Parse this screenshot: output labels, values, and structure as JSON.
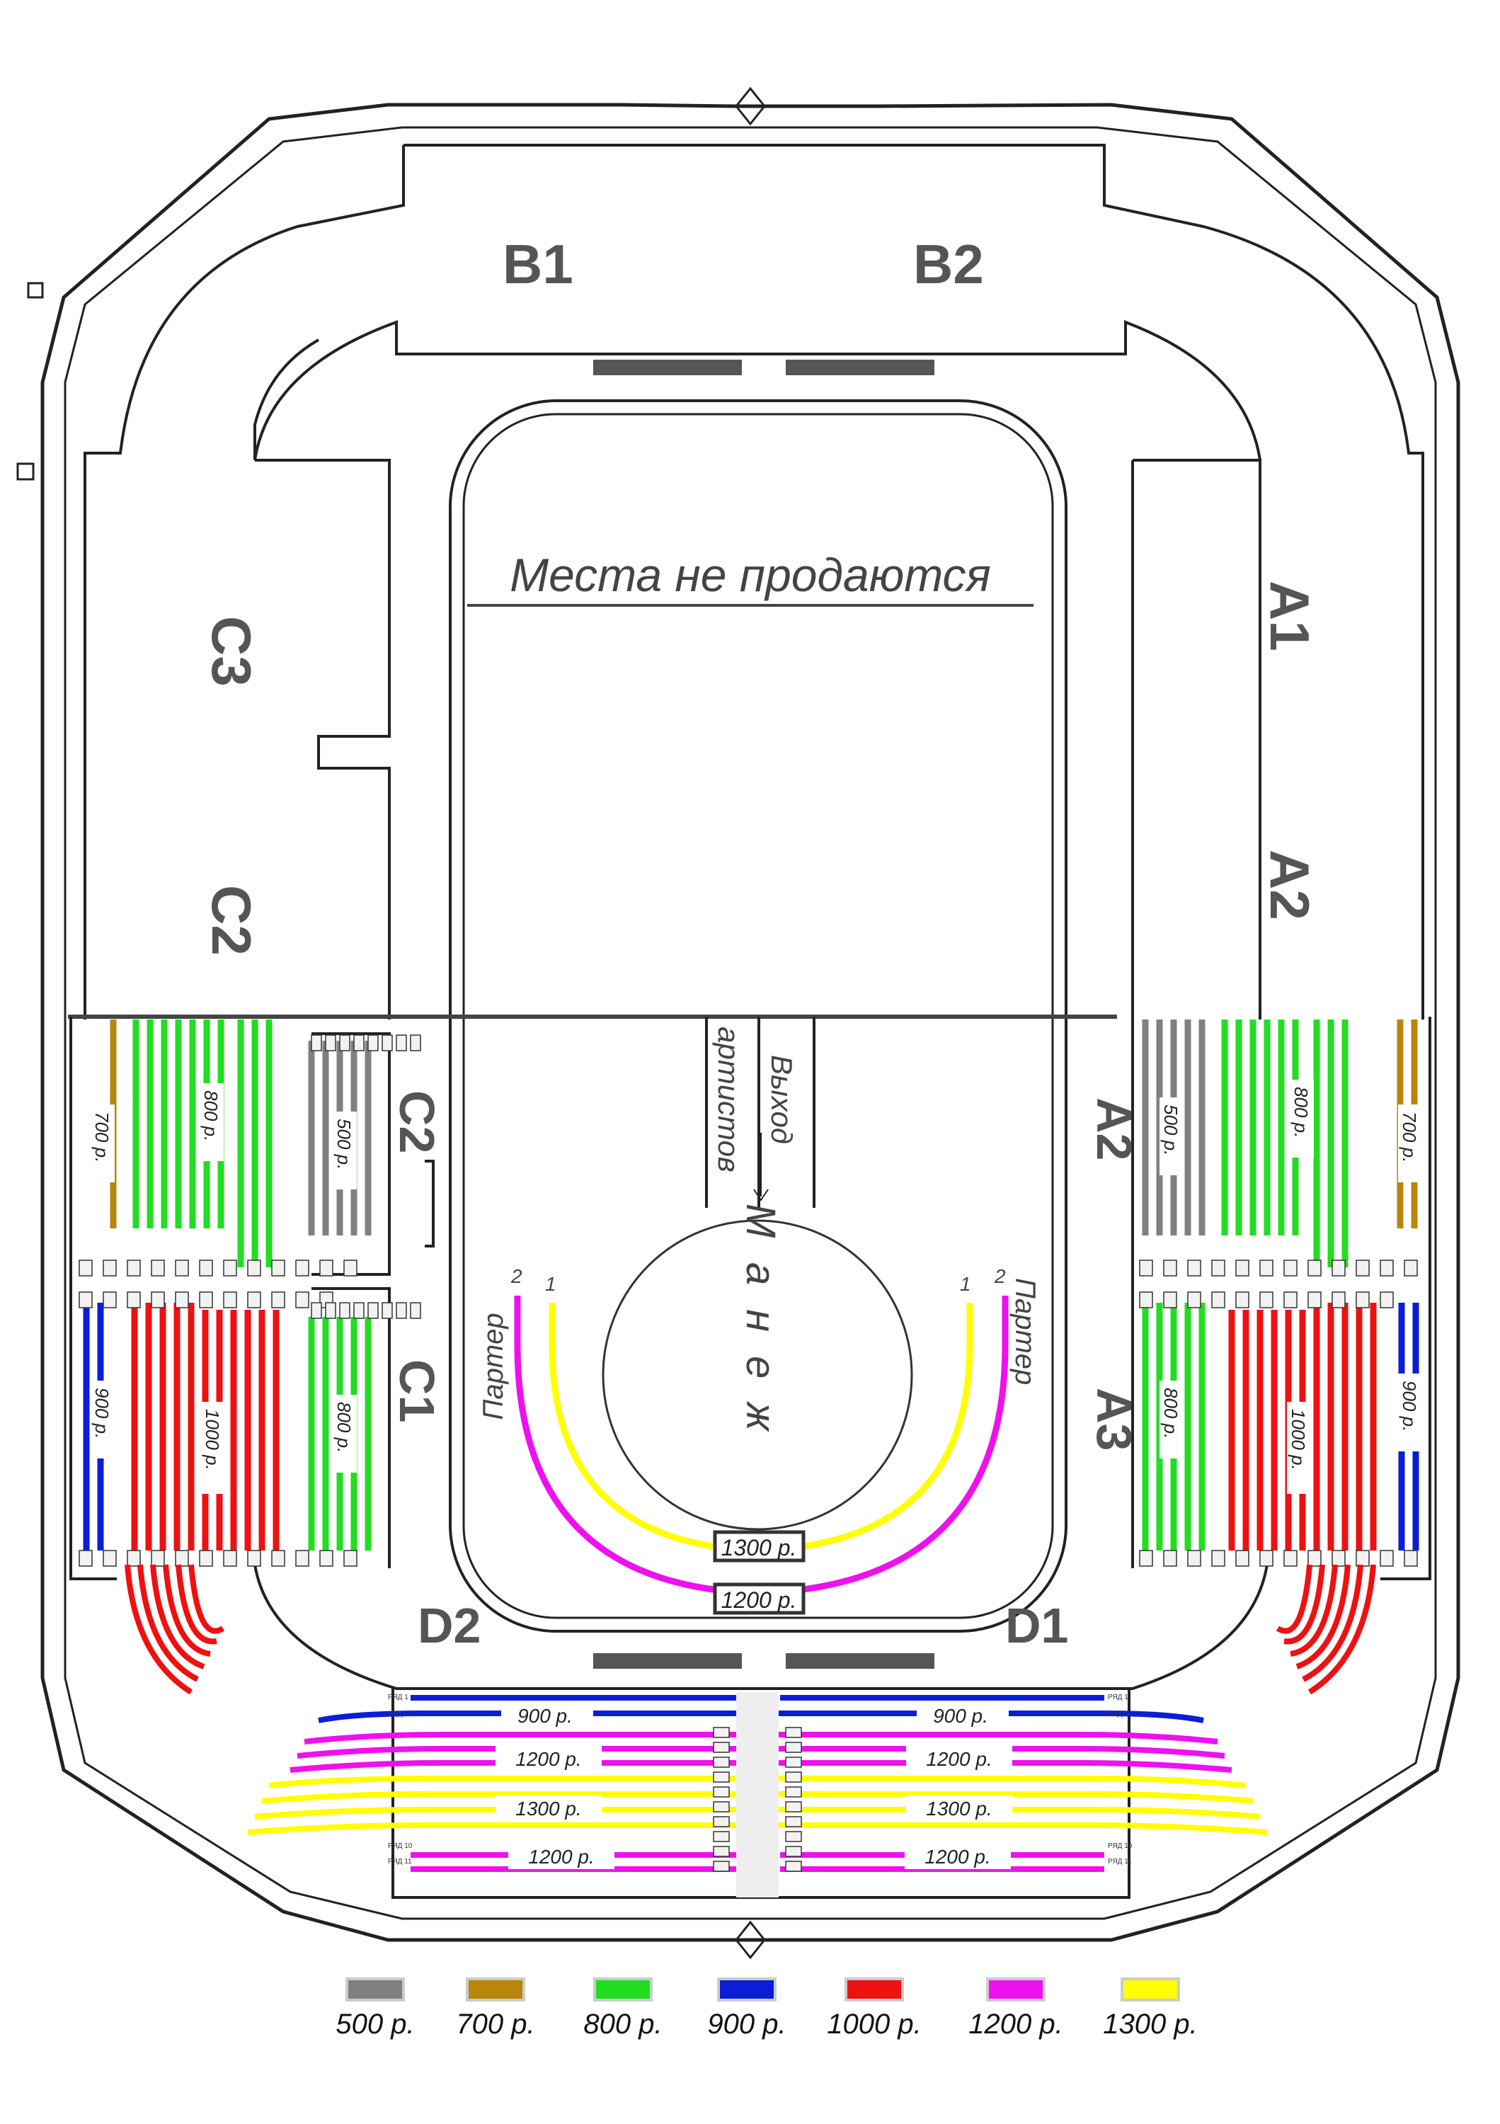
{
  "colors": {
    "p500": "#808080",
    "p700": "#b8860b",
    "p800": "#22dd22",
    "p900": "#0a1ed6",
    "p1000": "#ee1111",
    "p1200": "#ee11ee",
    "p1300": "#ffff00",
    "walls": "#222222",
    "label": "#555555"
  },
  "sections": {
    "b1": "B1",
    "b2": "B2",
    "c3": "C3",
    "c2": "C2",
    "a1": "A1",
    "a2": "A2",
    "c2_lower": "C2",
    "c1": "C1",
    "a2_lower": "A2",
    "a3": "A3",
    "d2": "D2",
    "d1": "D1"
  },
  "arena": {
    "not_for_sale": "Места не продаются",
    "artists_exit_line1": "Выход",
    "artists_exit_line2": "артистов",
    "manege": "Манеж",
    "parterre_left": "Партер",
    "parterre_right": "Партер",
    "row1": "1",
    "row2": "2",
    "price_inner": "1300 р.",
    "price_outer": "1200 р."
  },
  "block_prices": {
    "left_700": "700 р.",
    "left_800": "800 р.",
    "left_500": "500 р.",
    "left_900": "900 р.",
    "left_1000": "1000 р.",
    "left_800b": "800 р.",
    "right_500": "500 р.",
    "right_800": "800 р.",
    "right_700": "700 р.",
    "right_800b": "800 р.",
    "right_1000": "1000 р.",
    "right_900": "900 р."
  },
  "bottom_prices": {
    "l900": "900 р.",
    "r900": "900 р.",
    "l1200": "1200 р.",
    "r1200": "1200 р.",
    "l1300": "1300 р.",
    "r1300": "1300 р.",
    "l1200b": "1200 р.",
    "r1200b": "1200 р."
  },
  "row_labels": {
    "r1": "РЯД 1",
    "r2": "РЯД 2",
    "r10": "РЯД 10",
    "r11": "РЯД 11"
  },
  "legend": [
    {
      "label": "500 р.",
      "color": "#808080"
    },
    {
      "label": "700 р.",
      "color": "#b8860b"
    },
    {
      "label": "800 р.",
      "color": "#22dd22"
    },
    {
      "label": "900 р.",
      "color": "#0a1ed6"
    },
    {
      "label": "1000 р.",
      "color": "#ee1111"
    },
    {
      "label": "1200 р.",
      "color": "#ee11ee"
    },
    {
      "label": "1300 р.",
      "color": "#ffff00"
    }
  ]
}
